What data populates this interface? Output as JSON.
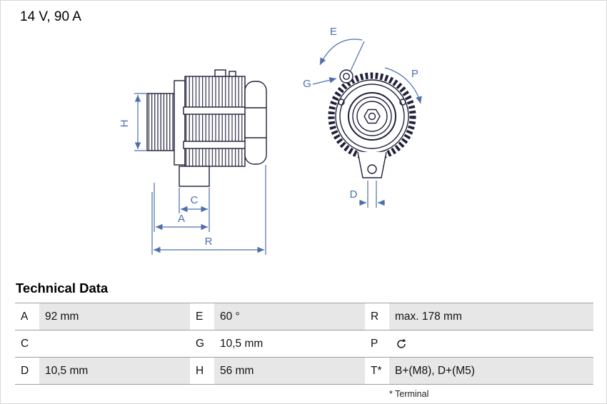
{
  "header": {
    "rating": "14 V, 90 A"
  },
  "diagram": {
    "labels": {
      "H": "H",
      "C": "C",
      "A": "A",
      "R": "R",
      "E": "E",
      "G": "G",
      "P": "P",
      "D": "D"
    }
  },
  "technical_data": {
    "title": "Technical Data",
    "rows": [
      {
        "cells": [
          {
            "label": "A",
            "value": "92 mm"
          },
          {
            "label": "E",
            "value": "60 °"
          },
          {
            "label": "R",
            "value": "max. 178 mm"
          }
        ]
      },
      {
        "cells": [
          {
            "label": "C",
            "value": ""
          },
          {
            "label": "G",
            "value": "10,5 mm"
          },
          {
            "label": "P",
            "value": "",
            "icon": "rotation-direction-icon"
          }
        ]
      },
      {
        "cells": [
          {
            "label": "D",
            "value": "10,5 mm"
          },
          {
            "label": "H",
            "value": "56 mm"
          },
          {
            "label": "T*",
            "value": "B+(M8), D+(M5)"
          }
        ]
      }
    ],
    "footnote": "* Terminal"
  },
  "colors": {
    "drawing_line": "#20203a",
    "dimension_line": "#4d6fae",
    "table_shade": "#e7e7e7"
  }
}
